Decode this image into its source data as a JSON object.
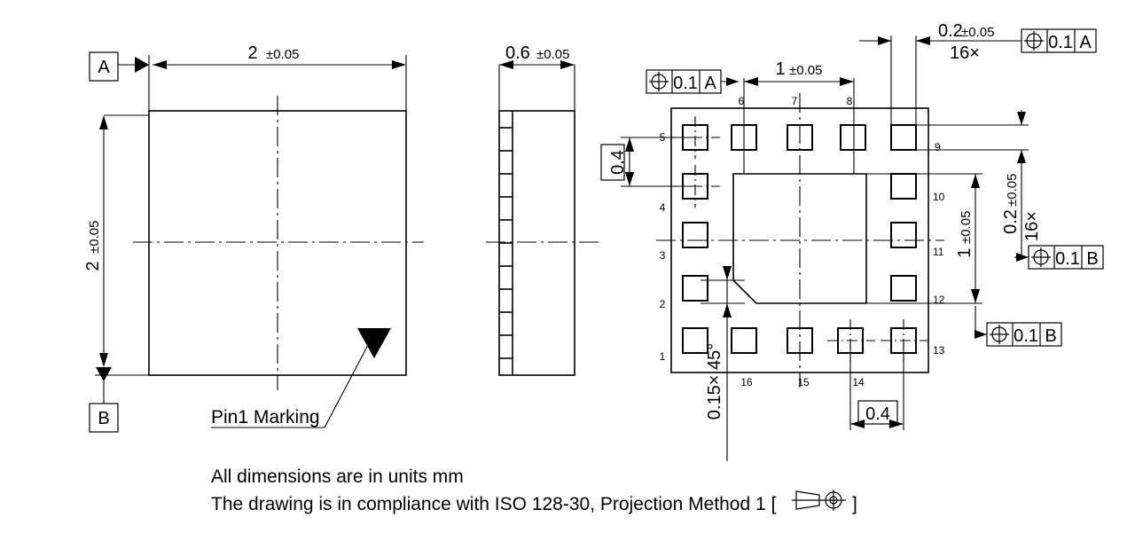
{
  "drawing": {
    "title": "16-pin package mechanical outline drawing",
    "notes": [
      "All dimensions are in units mm",
      "The drawing is in compliance with ISO 128-30, Projection Method 1 ["
    ],
    "note_suffix": "]",
    "projection_symbol": "first-angle-projection-symbol"
  },
  "top_view": {
    "name": "top-view",
    "datum_a": "A",
    "datum_b": "B",
    "width_dim": {
      "value": "2",
      "tol": "±0.05"
    },
    "height_dim": {
      "value": "2",
      "tol": "±0.05"
    },
    "pin1_label": "Pin1 Marking"
  },
  "side_view": {
    "name": "side-view",
    "thickness_dim": {
      "value": "0.6",
      "tol": "±0.05"
    }
  },
  "bottom_view": {
    "name": "bottom-view",
    "pitch_vertical": "0.4",
    "pitch_horizontal": "0.4",
    "span_horizontal": {
      "value": "1",
      "tol": "±0.05"
    },
    "span_vertical": {
      "value": "1",
      "tol": "±0.05"
    },
    "pad_width": {
      "value": "0.2",
      "tol": "±0.05",
      "count": "16×"
    },
    "pad_height": {
      "value": "0.2",
      "tol": "±0.05",
      "count": "16×"
    },
    "chamfer": "0.15× 45°",
    "pin_numbers_left": [
      "5",
      "4",
      "3",
      "2",
      "1"
    ],
    "pin_numbers_top": [
      "6",
      "7",
      "8"
    ],
    "pin_numbers_right": [
      "9",
      "10",
      "11",
      "12",
      "13"
    ],
    "pin_numbers_bottom": [
      "16",
      "15",
      "14"
    ]
  },
  "gdt_frames": [
    {
      "name": "gdt-top-left",
      "symbol": "position-symbol",
      "tolerance": "0.1",
      "datum": "A"
    },
    {
      "name": "gdt-top-right",
      "symbol": "position-symbol",
      "tolerance": "0.1",
      "datum": "A"
    },
    {
      "name": "gdt-right-upper",
      "symbol": "position-symbol",
      "tolerance": "0.1",
      "datum": "B"
    },
    {
      "name": "gdt-right-lower",
      "symbol": "position-symbol",
      "tolerance": "0.1",
      "datum": "B"
    }
  ],
  "colors": {
    "line": "#000000",
    "background": "#ffffff"
  }
}
